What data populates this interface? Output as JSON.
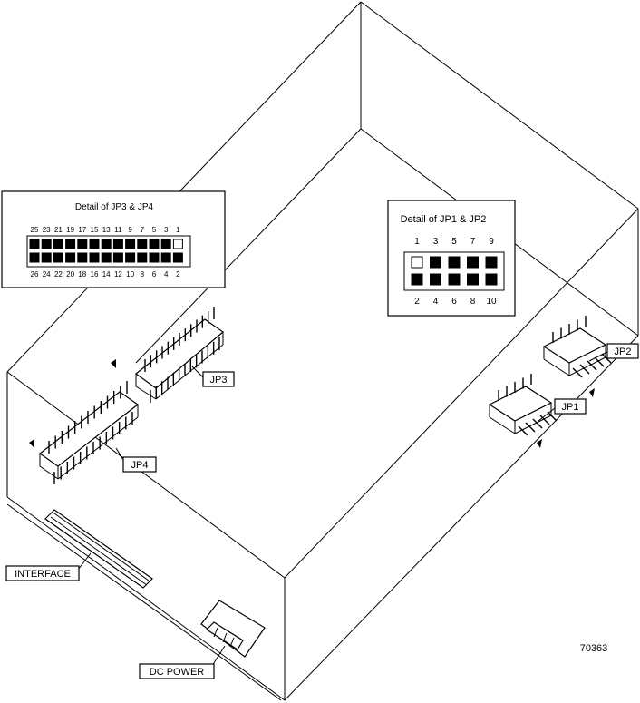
{
  "detail_jp34": {
    "title": "Detail of JP3 & JP4",
    "top_pins": [
      "25",
      "23",
      "21",
      "19",
      "17",
      "15",
      "13",
      "11",
      "9",
      "7",
      "5",
      "3",
      "1"
    ],
    "bottom_pins": [
      "26",
      "24",
      "22",
      "20",
      "18",
      "16",
      "14",
      "12",
      "10",
      "8",
      "6",
      "4",
      "2"
    ],
    "top_filled": [
      true,
      true,
      true,
      true,
      true,
      true,
      true,
      true,
      true,
      true,
      true,
      true,
      false
    ],
    "bottom_filled": [
      true,
      true,
      true,
      true,
      true,
      true,
      true,
      true,
      true,
      true,
      true,
      true,
      true
    ]
  },
  "detail_jp12": {
    "title": "Detail of JP1 & JP2",
    "top_pins": [
      "1",
      "3",
      "5",
      "7",
      "9"
    ],
    "bottom_pins": [
      "2",
      "4",
      "6",
      "8",
      "10"
    ],
    "top_filled": [
      false,
      true,
      true,
      true,
      true
    ],
    "bottom_filled": [
      true,
      true,
      true,
      true,
      true
    ]
  },
  "labels": {
    "jp1": "JP1",
    "jp2": "JP2",
    "jp3": "JP3",
    "jp4": "JP4",
    "interface": "INTERFACE",
    "dc_power": "DC POWER"
  },
  "figure_number": "70363"
}
